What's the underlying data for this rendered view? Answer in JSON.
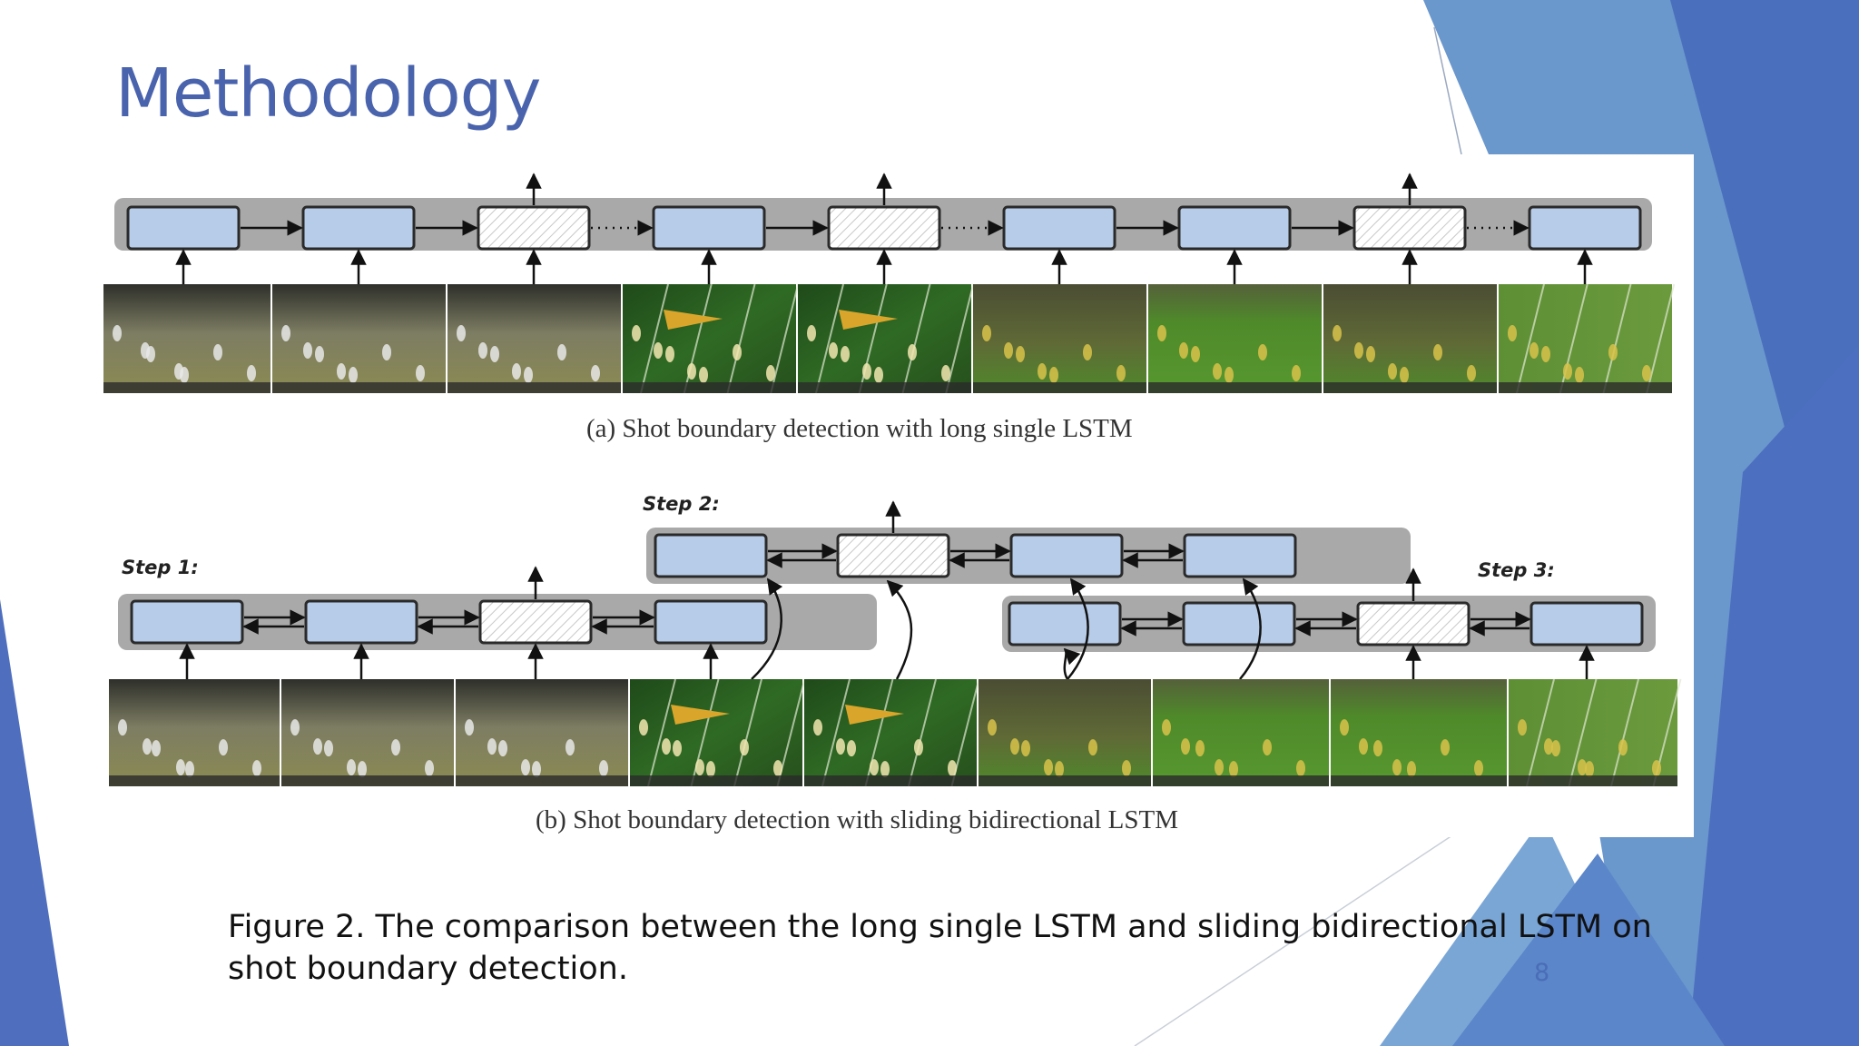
{
  "slide": {
    "title": "Methodology",
    "page_number": "8",
    "caption_line1": "Figure 2. The comparison between the long single LSTM and sliding bidirectional LSTM on",
    "caption_line2": "shot boundary detection.",
    "accent_color": "#4a63ad"
  },
  "figure": {
    "subfig_a": {
      "caption": "(a)  Shot boundary detection with long single LSTM",
      "cells": [
        "plain",
        "plain",
        "hatched",
        "plain",
        "hatched",
        "plain",
        "plain",
        "hatched",
        "plain"
      ],
      "links": [
        "arrow",
        "arrow",
        "dots",
        "arrow",
        "dots",
        "arrow",
        "arrow",
        "dots"
      ],
      "outputs": [
        2,
        4,
        7
      ],
      "frames": [
        "white",
        "white",
        "white",
        "green",
        "green",
        "crowd",
        "grass",
        "crowd",
        "field"
      ]
    },
    "subfig_b": {
      "caption": "(b)  Shot boundary detection with sliding bidirectional LSTM",
      "step1_label": "Step 1:",
      "step2_label": "Step 2:",
      "step3_label": "Step 3:",
      "step1_cells": [
        "plain",
        "plain",
        "hatched",
        "plain"
      ],
      "step2_cells": [
        "plain",
        "hatched",
        "plain",
        "plain"
      ],
      "step3_cells": [
        "plain",
        "plain",
        "hatched",
        "plain"
      ],
      "frames": [
        "white",
        "white",
        "white",
        "green",
        "green",
        "crowd",
        "grass",
        "grass",
        "field"
      ]
    }
  }
}
